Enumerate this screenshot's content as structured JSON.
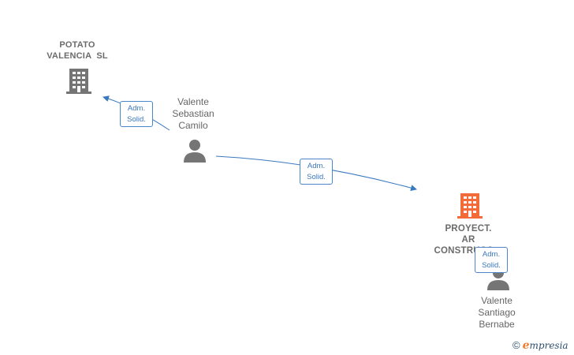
{
  "colors": {
    "edge": "#3a78c0",
    "company_icon_default": "#757575",
    "company_icon_highlight": "#f26b38",
    "person_icon": "#757575"
  },
  "companies": [
    {
      "id": "potato",
      "lines": [
        "POTATO",
        "VALENCIA  SL"
      ],
      "highlight": false
    },
    {
      "id": "proyect",
      "lines": [
        "PROYECT.",
        "AR",
        "CONSTRUCC…"
      ],
      "highlight": true
    }
  ],
  "persons": [
    {
      "id": "camilo",
      "lines": [
        "Valente",
        "Sebastian",
        "Camilo"
      ]
    },
    {
      "id": "bernabe",
      "lines": [
        "Valente",
        "Santiago",
        "Bernabe"
      ]
    }
  ],
  "relations": [
    {
      "id": "r1",
      "label_line1": "Adm.",
      "label_line2": "Solid."
    },
    {
      "id": "r2",
      "label_line1": "Adm.",
      "label_line2": "Solid."
    },
    {
      "id": "r3",
      "label_line1": "Adm.",
      "label_line2": "Solid."
    }
  ],
  "brand": {
    "copyright": "©",
    "initial": "e",
    "rest": "mpresia"
  }
}
